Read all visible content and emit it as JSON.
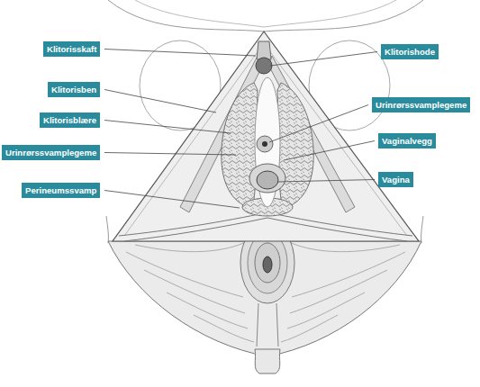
{
  "diagram": {
    "nodes": [
      {
        "text": [
          "Klitorisskaft"
        ]
      },
      {
        "text": [
          "Klitorishode"
        ]
      },
      {
        "text": [
          "Klitorisben"
        ]
      },
      {
        "text": [
          "Urinrørssvamplegeme"
        ]
      },
      {
        "text": [
          "Klitorisblære"
        ]
      },
      {
        "text": [
          "Vaginalvegg"
        ]
      },
      {
        "text": [
          "Urinrørssvamplegeme"
        ]
      },
      {
        "text": [
          "Vagina"
        ]
      },
      {
        "text": [
          "Perineumssvamp"
        ]
      }
    ]
  }
}
